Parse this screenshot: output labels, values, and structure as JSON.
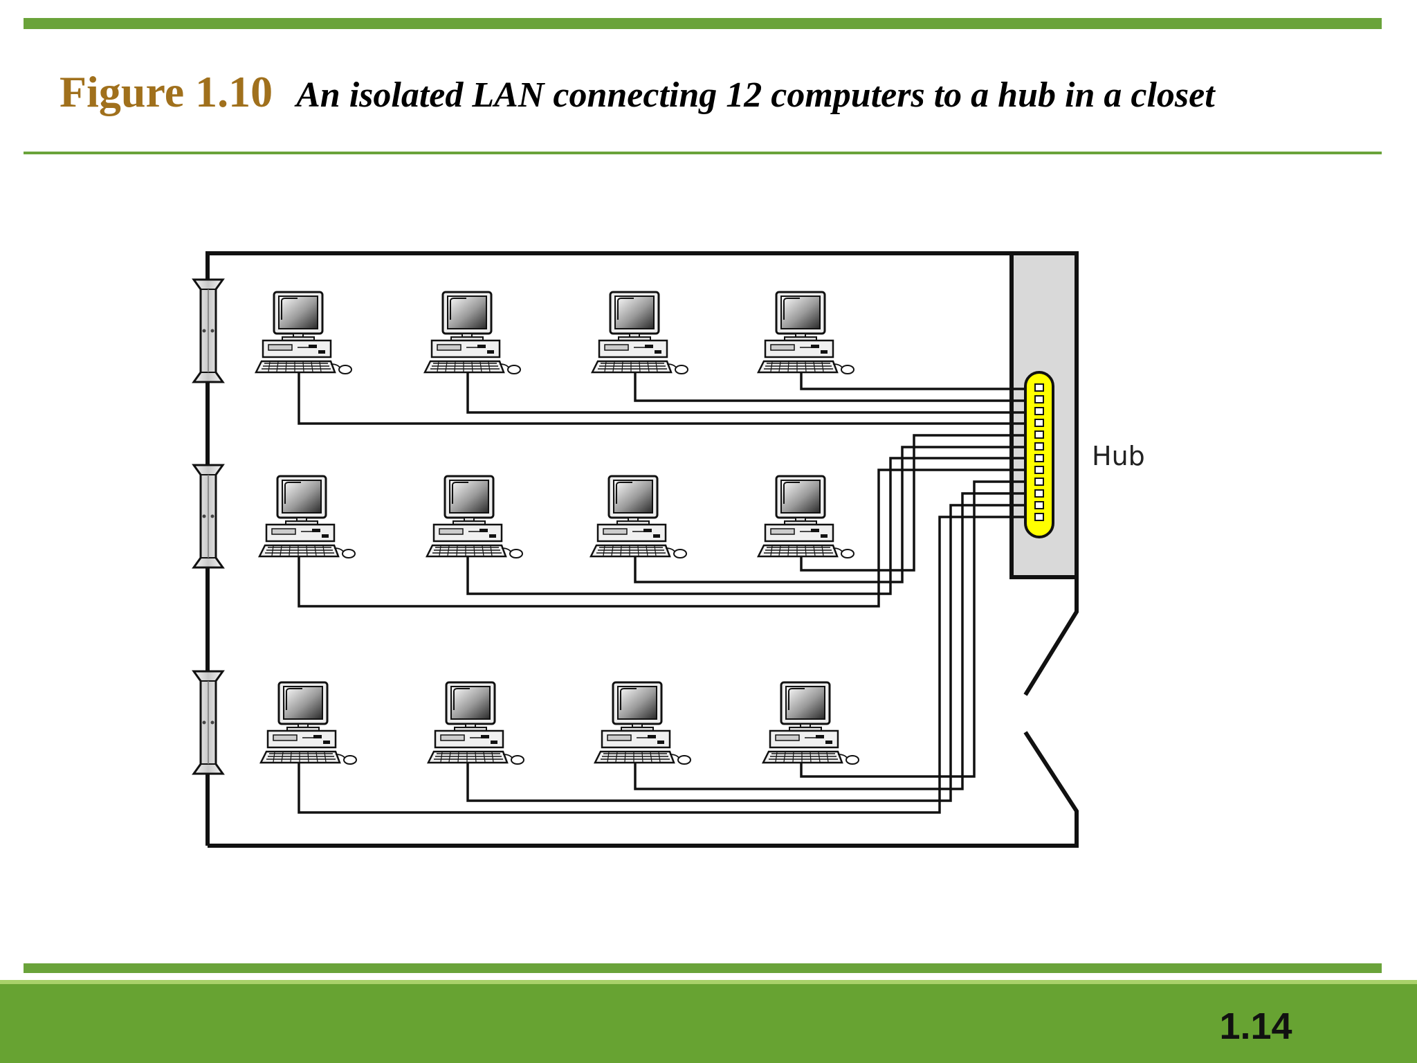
{
  "slide": {
    "figure_number": "Figure 1.10",
    "figure_caption": "An isolated LAN connecting 12 computers to a hub in a closet",
    "page_number": "1.14"
  },
  "diagram": {
    "hub_label": "Hub",
    "computer_count": 12,
    "rows": 3,
    "computers_per_row": 4,
    "hub_port_count": 12,
    "hub_color": "#ffff00",
    "closet_color": "#d9d9d9",
    "accent_color": "#6aa33a",
    "title_color": "#a0701c"
  }
}
